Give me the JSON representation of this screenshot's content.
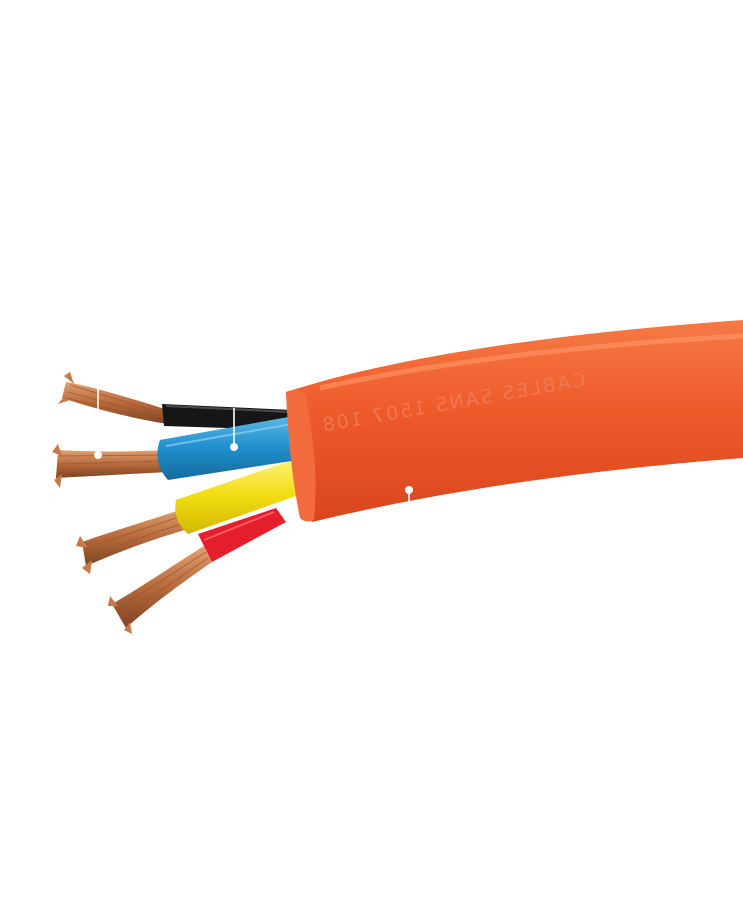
{
  "image": {
    "subject": "multi-core cable",
    "background_color": "#ffffff"
  },
  "sheath": {
    "color": "#ef5a2b",
    "printed_text": "CABLES SANS 1507 108"
  },
  "cores": [
    {
      "name": "black",
      "color": "#161616"
    },
    {
      "name": "blue",
      "color": "#1f8fcc"
    },
    {
      "name": "yellow",
      "color": "#f2dc12"
    },
    {
      "name": "red",
      "color": "#e41e2a"
    }
  ],
  "conductor": {
    "color": "#b86a3c"
  },
  "callouts": [
    {
      "target": "black-core-strands"
    },
    {
      "target": "copper-strands"
    },
    {
      "target": "blue-core-insulation"
    },
    {
      "target": "outer-sheath"
    }
  ]
}
